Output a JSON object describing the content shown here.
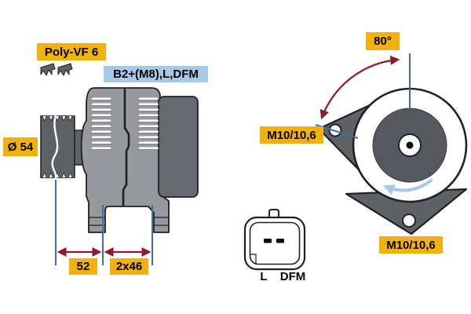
{
  "colors": {
    "label-yellow": "#F2B20D",
    "label-blue": "#A8C8E8",
    "dim-blue": "#3B6FA8",
    "arrow-red": "#8C1C2C",
    "rotation-blue": "#A8C8E8",
    "body-gray": "#97999E",
    "body-dark": "#5E6166",
    "rear-block": "#66696F",
    "outline": "#1F2125",
    "bg": "#FFFFFF"
  },
  "icons": {
    "belt_profile": "v-ribbed-belt-icon",
    "rotation": "counterclockwise-arrow-icon",
    "angle_arc": "angle-arc-double-arrow-icon"
  },
  "side_view": {
    "belt_label": "Poly-VF 6",
    "terminal_label": "B2+(M8),L,DFM",
    "pulley_diameter": "Ø 54",
    "dim_width": "52",
    "dim_holes": "2x46"
  },
  "rear_view": {
    "angle": "80°",
    "mount_upper": "M10/10,6",
    "mount_lower": "M10/10,6"
  },
  "connector": {
    "pin_left": "L",
    "pin_right": "DFM"
  }
}
